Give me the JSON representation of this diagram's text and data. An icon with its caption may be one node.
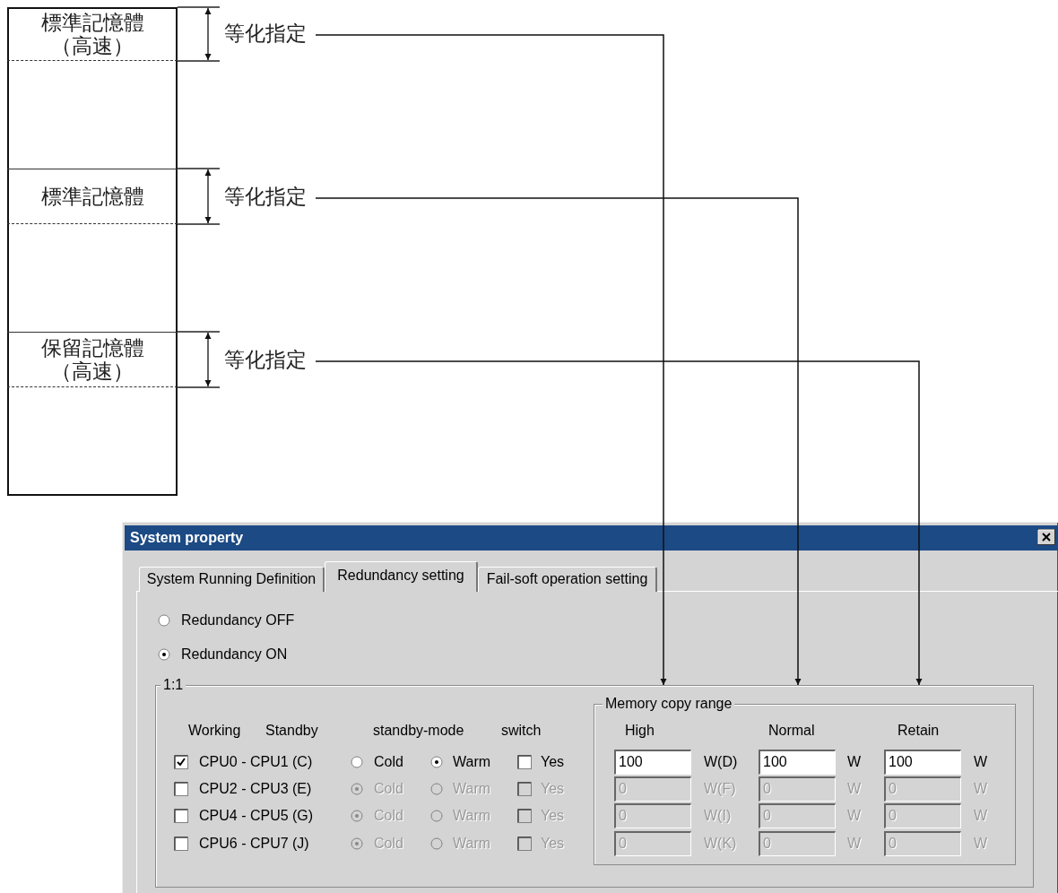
{
  "diagram": {
    "nodes": [
      {
        "text": [],
        "shape": "box"
      },
      {
        "text": [
          "標準記憶體（高速）"
        ],
        "in": 0
      },
      {
        "text": [
          "標準記憶體"
        ],
        "in": 0
      },
      {
        "text": [
          "保留記憶體（高速）"
        ],
        "in": 0
      },
      {
        "text": [
          "等化指定"
        ]
      },
      {
        "text": [
          "等化指定"
        ]
      },
      {
        "text": [
          "等化指定"
        ]
      },
      {
        "text": [
          "System property"
        ]
      },
      {
        "text": [
          "System Running Definition"
        ],
        "in": 7
      },
      {
        "text": [
          "Redundancy setting"
        ],
        "in": 7
      },
      {
        "text": [
          "Fail-soft operation setting"
        ],
        "in": 7
      },
      {
        "text": [
          "1:1"
        ],
        "in": 7
      },
      {
        "text": [
          "Memory copy range"
        ],
        "in": 11
      },
      {
        "text": [
          "100"
        ],
        "in": 12
      },
      {
        "text": [
          "100"
        ],
        "in": 12
      },
      {
        "text": [
          "100"
        ],
        "in": 12
      },
      {
        "text": [
          "0"
        ],
        "in": 12
      },
      {
        "text": [
          "0"
        ],
        "in": 12
      },
      {
        "text": [
          "0"
        ],
        "in": 12
      },
      {
        "text": [
          "0"
        ],
        "in": 12
      },
      {
        "text": [
          "0"
        ],
        "in": 12
      },
      {
        "text": [
          "0"
        ],
        "in": 12
      },
      {
        "text": [
          "0"
        ],
        "in": 12
      },
      {
        "text": [
          "0"
        ],
        "in": 12
      },
      {
        "text": [
          "0"
        ],
        "in": 12
      }
    ],
    "edges": [
      {
        "from": 4,
        "to": 11,
        "arrow": "to"
      },
      {
        "from": 5,
        "to": 11,
        "arrow": "to"
      },
      {
        "from": 6,
        "to": 11,
        "arrow": "to"
      }
    ],
    "labels": [
      "Redundancy OFF",
      "Redundancy ON",
      "Working",
      "Standby",
      "standby-mode",
      "switch",
      "High",
      "Normal",
      "Retain",
      "CPU0 - CPU1 (C)",
      "Cold",
      "Warm",
      "Yes",
      "W(D)",
      "W",
      "W",
      "CPU2 - CPU3 (E)",
      "Cold",
      "Warm",
      "Yes",
      "W(F)",
      "W",
      "W",
      "CPU4 - CPU5 (G)",
      "Cold",
      "Warm",
      "Yes",
      "W(I)",
      "W",
      "W",
      "CPU6 - CPU7 (J)",
      "Cold",
      "Warm",
      "Yes",
      "W(K)",
      "W",
      "W"
    ]
  }
}
